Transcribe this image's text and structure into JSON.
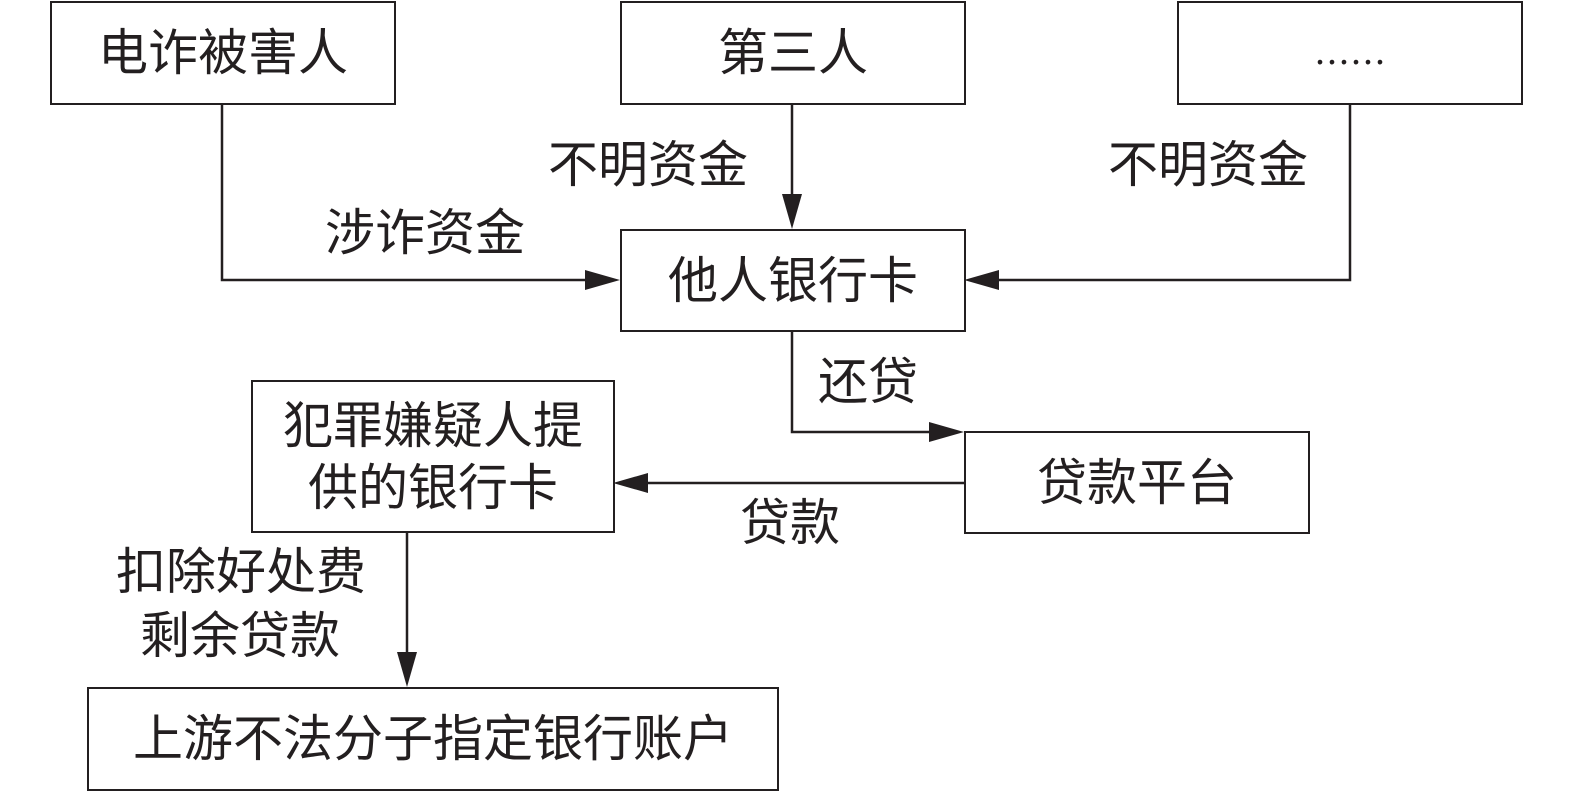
{
  "nodes": {
    "victim": "电诈被害人",
    "third_party": "第三人",
    "ellipsis": "……",
    "other_card": "他人银行卡",
    "suspect_card_line1": "犯罪嫌疑人提",
    "suspect_card_line2": "供的银行卡",
    "loan_platform": "贷款平台",
    "upstream_account": "上游不法分子指定银行账户"
  },
  "edges": {
    "fraud_funds": "涉诈资金",
    "unknown_funds_1": "不明资金",
    "unknown_funds_2": "不明资金",
    "repay": "还贷",
    "loan": "贷款",
    "remaining_line1": "扣除好处费",
    "remaining_line2": "剩余贷款"
  }
}
